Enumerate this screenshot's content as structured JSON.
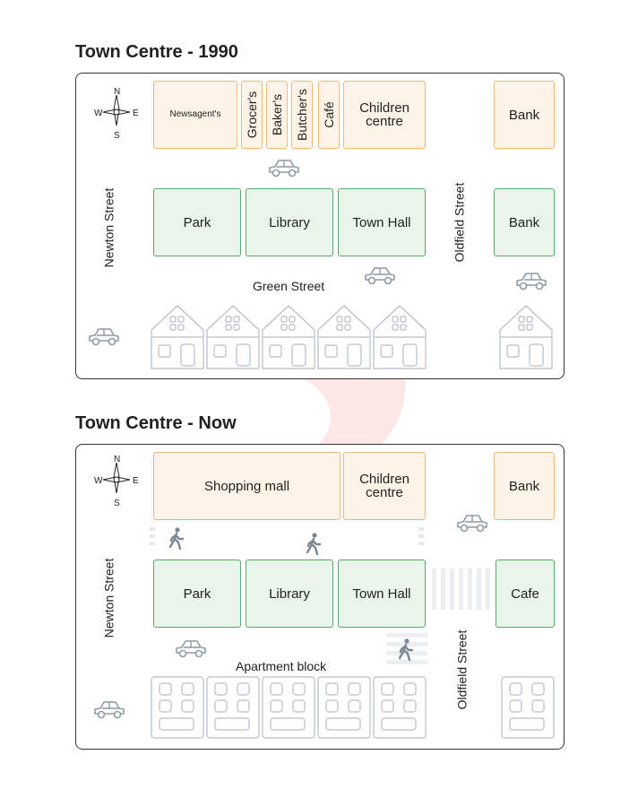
{
  "map1990": {
    "title": "Town Centre - 1990",
    "shops": {
      "newsagent": "Newsagent's",
      "grocer": "Grocer's",
      "baker": "Baker's",
      "butcher": "Butcher's",
      "cafe": "Café",
      "children_centre": "Children centre",
      "bank_top": "Bank"
    },
    "middle": {
      "park": "Park",
      "library": "Library",
      "town_hall": "Town Hall",
      "bank_mid": "Bank"
    },
    "streets": {
      "newton": "Newton Street",
      "oldfield": "Oldfield Street",
      "green": "Green Street"
    }
  },
  "mapNow": {
    "title": "Town Centre - Now",
    "top": {
      "shopping_mall": "Shopping mall",
      "children_centre": "Children centre",
      "bank": "Bank"
    },
    "middle": {
      "park": "Park",
      "library": "Library",
      "town_hall": "Town Hall",
      "cafe": "Cafe"
    },
    "streets": {
      "newton": "Newton Street",
      "oldfield": "Oldfield Street"
    },
    "apartment_label": "Apartment block"
  },
  "compass": {
    "n": "N",
    "s": "S",
    "e": "E",
    "w": "W"
  },
  "colors": {
    "orange_fill": "#fdf3e6",
    "orange_border": "#f1b877",
    "green_fill": "#e9f5eb",
    "green_border": "#5aa86a",
    "icon_gray": "#8e9aa6"
  }
}
